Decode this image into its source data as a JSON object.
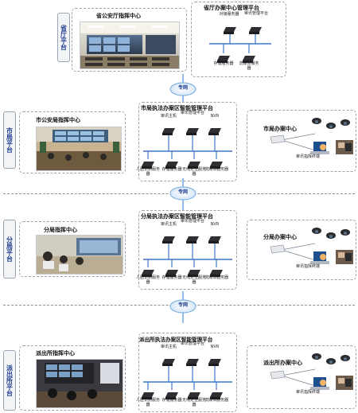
{
  "tiers": {
    "province": {
      "label": "省厅平台",
      "command_center": "省公安厅指挥中心",
      "platform": "省厅办案中心管理平台",
      "servers_top": [
        "对接服务器",
        "审讯管理平台"
      ],
      "servers_bottom": [
        "存储服务器",
        "流媒体服务器"
      ]
    },
    "city": {
      "label": "市局平台",
      "command_center": "市公安局指挥中心",
      "platform": "市局执法办案区智能管理平台",
      "top_devices": [
        "审讯主机",
        "审讯管理平台",
        "NVR"
      ],
      "bottom_devices": [
        "人脸识别服务器",
        "存储服务器",
        "无线定位服务器",
        "流媒体服务器"
      ],
      "case_center": "市局办案中心",
      "case_device": "审讯指挥终端"
    },
    "branch": {
      "label": "分局平台",
      "command_center": "分局指挥中心",
      "platform": "分局执法办案区智能管理平台",
      "top_devices": [
        "审讯主机",
        "审讯管理平台",
        "NVR"
      ],
      "bottom_devices": [
        "人脸识别服务器",
        "存储服务器",
        "无线定位服务器",
        "流媒体服务器"
      ],
      "case_center": "分局办案中心",
      "case_device": "审讯指挥终端"
    },
    "station": {
      "label": "派出所平台",
      "command_center": "派出所指挥中心",
      "platform": "派出所执法办案区智能管理平台",
      "top_devices": [
        "审讯主机",
        "审讯管理平台",
        "NVR"
      ],
      "bottom_devices": [
        "人脸识别服务器",
        "存储服务器",
        "无线定位服务器",
        "流媒体服务器"
      ],
      "case_center": "派出所办案中心",
      "case_device": "审讯指挥终端"
    }
  },
  "network": {
    "link_label": "专网"
  },
  "colors": {
    "accent": "#1f3f8f",
    "device": "#2d2f33",
    "line": "#3d77c7",
    "cloud": "#6fa8dc"
  }
}
